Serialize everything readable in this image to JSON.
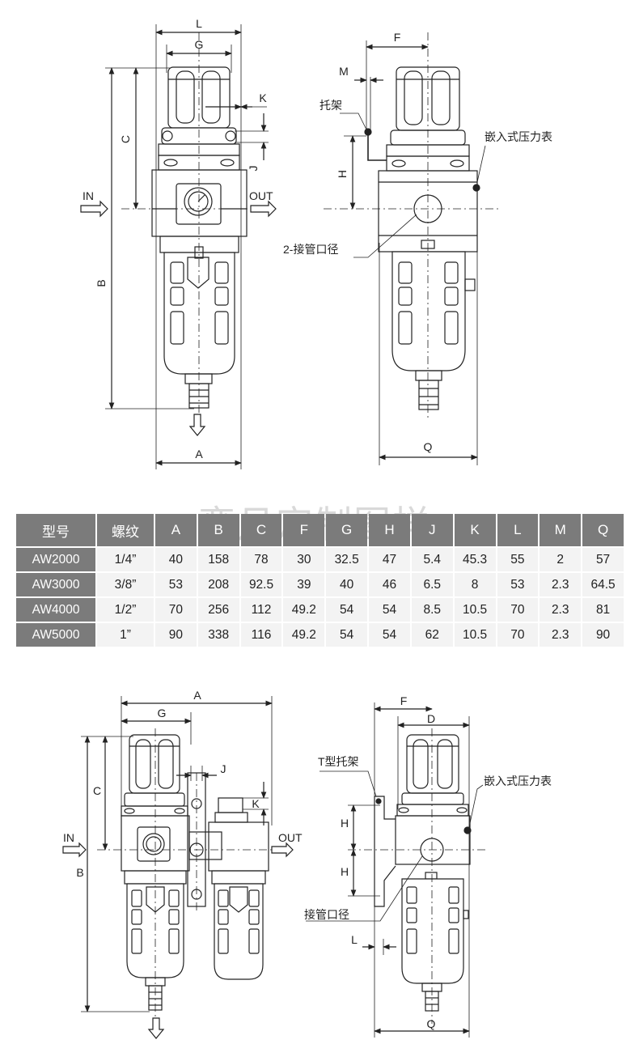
{
  "watermark": "弯月定制图样",
  "top_left": {
    "L": "L",
    "G": "G",
    "K": "K",
    "C": "C",
    "J": "J",
    "B": "B",
    "A": "A",
    "in": "IN",
    "out": "OUT"
  },
  "top_right": {
    "F": "F",
    "M": "M",
    "H": "H",
    "Q": "Q",
    "bracket": "托架",
    "gauge": "嵌入式压力表",
    "port": "2-接管口径"
  },
  "bottom_left": {
    "A": "A",
    "G": "G",
    "J": "J",
    "K": "K",
    "C": "C",
    "B": "B",
    "in": "IN",
    "out": "OUT"
  },
  "bottom_right": {
    "F": "F",
    "D": "D",
    "H1": "H",
    "H2": "H",
    "L": "L",
    "Q": "Q",
    "bracket": "T型托架",
    "gauge": "嵌入式压力表",
    "port": "接管口径"
  },
  "table": {
    "headers": [
      "型号",
      "螺纹",
      "A",
      "B",
      "C",
      "F",
      "G",
      "H",
      "J",
      "K",
      "L",
      "M",
      "Q"
    ],
    "rows": [
      [
        "AW2000",
        "1/4”",
        "40",
        "158",
        "78",
        "30",
        "32.5",
        "47",
        "5.4",
        "45.3",
        "55",
        "2",
        "57"
      ],
      [
        "AW3000",
        "3/8”",
        "53",
        "208",
        "92.5",
        "39",
        "40",
        "46",
        "6.5",
        "8",
        "53",
        "2.3",
        "64.5"
      ],
      [
        "AW4000",
        "1/2”",
        "70",
        "256",
        "112",
        "49.2",
        "54",
        "54",
        "8.5",
        "10.5",
        "70",
        "2.3",
        "81"
      ],
      [
        "AW5000",
        "1”",
        "90",
        "338",
        "116",
        "49.2",
        "54",
        "54",
        "62",
        "10.5",
        "70",
        "2.3",
        "90"
      ]
    ]
  }
}
